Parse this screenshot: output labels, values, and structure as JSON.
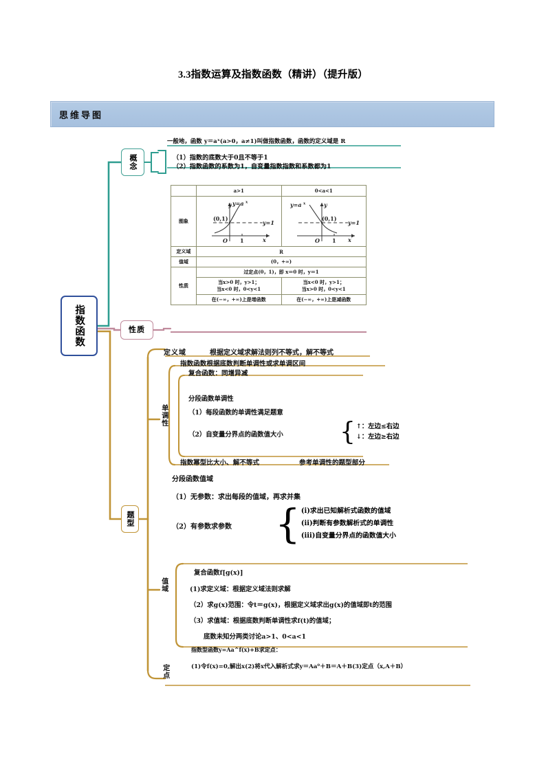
{
  "document": {
    "title": "3.3指数运算及指数函数（精讲）（提升版）",
    "banner_label": "思维导图"
  },
  "mindmap": {
    "root": "指数函数",
    "branches": {
      "concept": {
        "label": "概念",
        "intro": "一般地，函数 y＝aˣ(a>0，a≠1)叫做指数函数，函数的定义域是 R",
        "items": [
          "（1）指数的底数大于0且不等于1",
          "（2）指数函数的系数为1，自变量指数指数和系数都为1"
        ]
      },
      "properties": {
        "label": "性质",
        "table": {
          "col_headers": [
            "",
            "a>1",
            "0<a<1"
          ],
          "rows": [
            {
              "header": "图象",
              "type": "graph",
              "left_graph": {
                "curve": "increasing",
                "labels": [
                  "y=aˣ",
                  "(0,1)",
                  "y=1",
                  "O",
                  "1",
                  "x",
                  "y"
                ]
              },
              "right_graph": {
                "curve": "decreasing",
                "labels": [
                  "y=aˣ",
                  "(0,1)",
                  "y=1",
                  "O",
                  "1",
                  "x",
                  "y"
                ]
              }
            },
            {
              "header": "定义域",
              "type": "span",
              "value": "R"
            },
            {
              "header": "值域",
              "type": "span",
              "value": "(0，+∞)"
            },
            {
              "header": "性质",
              "type": "multi",
              "span_row": "过定点(0，1)，即 x＝0 时，y＝1",
              "left_lines": [
                "当x>0 时，y>1；",
                "当x<0 时，0<y<1"
              ],
              "right_lines": [
                "当x<0 时，y>1；",
                "当x>0 时，0<y<1"
              ],
              "left_bottom": "在(−∞，+∞)上是增函数",
              "right_bottom": "在(−∞，+∞)上是减函数"
            }
          ]
        }
      },
      "problem_types": {
        "label": "题型",
        "domain": {
          "label": "定义域",
          "text": "根据定义域求解法则列不等式，解不等式"
        },
        "monotonicity": {
          "label": "单调性",
          "line1": "指数函数根据底数判断单调性或求单调区间",
          "line2": "复合函数：同增异减",
          "piecewise_title": "分段函数单调性",
          "piecewise_1": "（1）每段函数的单调性满足题意",
          "piecewise_2": "（2）自变量分界点的函数值大小",
          "brace_up": "↑：左边≤右边",
          "brace_down": "↓：左边≥右边",
          "compare_line_left": "指数幂型比大小、解不等式",
          "compare_line_right": "参考单调性的题型部分"
        },
        "piecewise_range": {
          "title": "分段函数值域",
          "item1": "（1）无参数：求出每段的值域，再求并集",
          "item2": "（2）有参数求参数",
          "brace_items": [
            "(i)求出已知解析式函数的值域",
            "(ii)判断有参数解析式的单调性",
            "(iii)自变量分界点的函数值大小"
          ]
        },
        "range": {
          "label": "值域",
          "title": "复合函数f[g(x)]",
          "lines": [
            "(1)求定义域：根据定义域法则求解",
            "（2）求g(x)范围：令t＝g(x)，根据定义域求出g(x)的值域即t的范围",
            "（3）求值域：根据底数判断单调性求f(t)的值域；",
            "底数未知分两类讨论a>1、0<a<1"
          ]
        },
        "fixed_point": {
          "label": "定点",
          "line1": "指数型函数y=Aa^f(x)+B求定点：",
          "line2": "(1)令f(x)=0,解出x(2)将x代入解析式求y＝Aa⁰＋B＝A＋B(3)定点（x,A＋B）"
        }
      }
    }
  },
  "colors": {
    "banner_fill": "#aec5e1",
    "root_border": "#2f4f9b",
    "concept_border": "#3f9f93",
    "properties_border": "#c08a9c",
    "types_border": "#c09436",
    "table_border": "#8c8f6d"
  }
}
